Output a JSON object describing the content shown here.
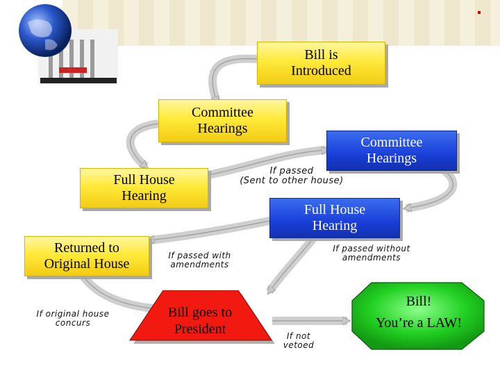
{
  "boxes": {
    "bill_introduced": [
      "Bill is",
      "Introduced"
    ],
    "committee_1": [
      "Committee",
      "Hearings"
    ],
    "committee_2": [
      "Committee",
      "Hearings"
    ],
    "full_house_1": [
      "Full House",
      "Hearing"
    ],
    "full_house_2": [
      "Full House",
      "Hearing"
    ],
    "returned": [
      "Returned to",
      "Original House"
    ],
    "president": [
      "Bill goes to",
      "President"
    ],
    "law": [
      "Bill!",
      "You’re a LAW!"
    ]
  },
  "notes": {
    "passed_sent": [
      "If passed",
      "(Sent to other house)"
    ],
    "passed_with": [
      "If passed with",
      "amendments"
    ],
    "passed_without": [
      "If passed without",
      "amendments"
    ],
    "concurs": [
      "If original house",
      "concurs"
    ],
    "not_vetoed": [
      "If not",
      "vetoed"
    ]
  },
  "colors": {
    "yellow": "#ffea3a",
    "blue": "#1a3fd8",
    "red": "#f21a10",
    "green": "#22d022",
    "arrow": "#c8c8c8"
  },
  "icons": {
    "logo": "globe-capitol-icon"
  }
}
